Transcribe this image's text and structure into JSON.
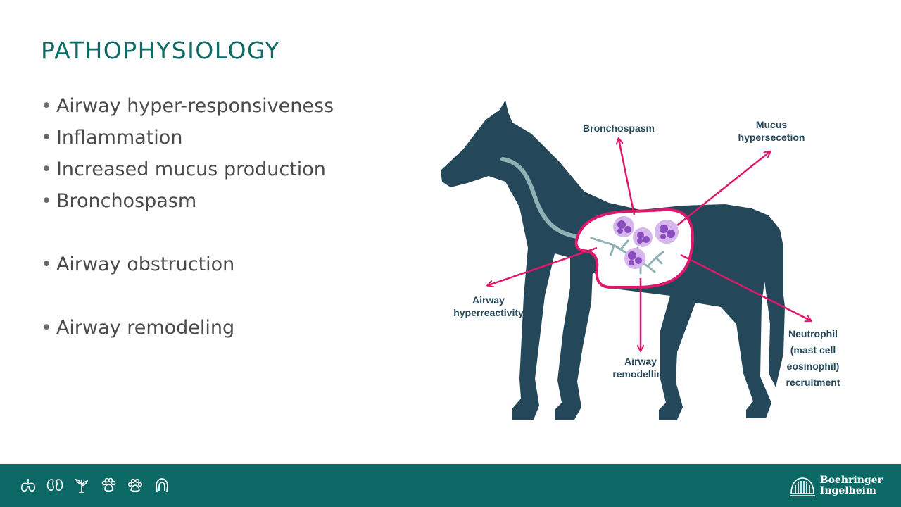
{
  "slide": {
    "title": "PATHOPHYSIOLOGY",
    "bullets": [
      "Airway hyper-responsiveness",
      "Inflammation",
      "Increased mucus production",
      "Bronchospasm",
      "Airway obstruction",
      "Airway remodeling"
    ]
  },
  "diagram": {
    "labels": {
      "bronchospasm": "Bronchospasm",
      "mucus_line1": "Mucus",
      "mucus_line2": "hypersecetion",
      "hyper_line1": "Airway",
      "hyper_line2": "hyperreactivity",
      "remod_line1": "Airway",
      "remod_line2": "remodelling",
      "neut_line1": "Neutrophil",
      "neut_line2": "(mast cell",
      "neut_line3": "eosinophil)",
      "neut_line4": "recruitment"
    },
    "colors": {
      "horse": "#24485a",
      "lung": "#ffffff",
      "arrows": "#e0186c",
      "airway": "#8fb2b5",
      "cells": "#8a4ec0"
    }
  },
  "footer": {
    "icons": [
      "lungs-icon",
      "kidney-icon",
      "plant-icon",
      "paw-icon",
      "paw-print-icon",
      "horseshoe-icon"
    ],
    "logo_line1": "Boehringer",
    "logo_line2": "Ingelheim"
  }
}
